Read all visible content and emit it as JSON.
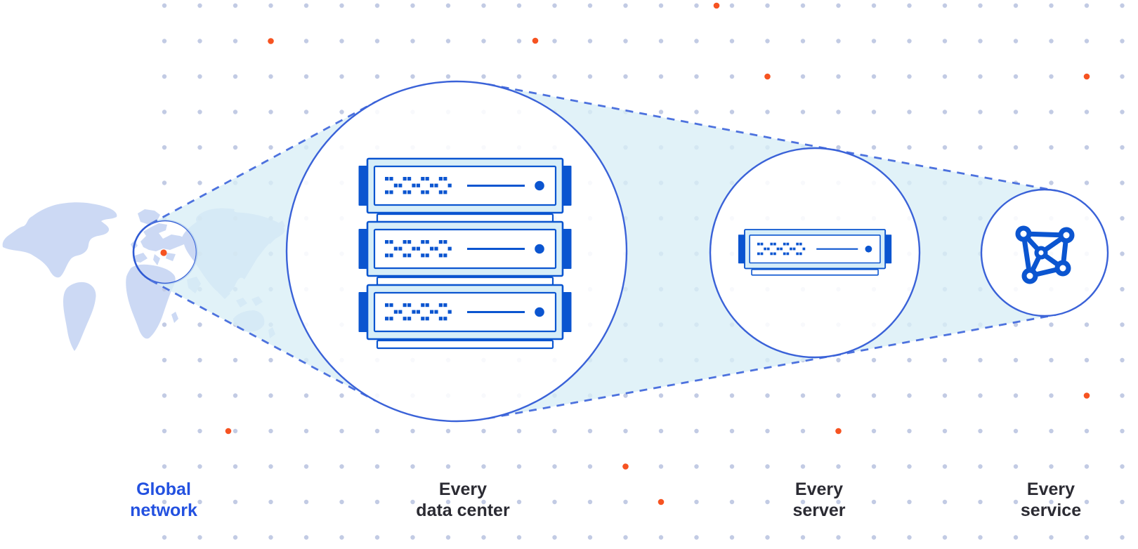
{
  "labels": {
    "global_network": "Global\nnetwork",
    "every_data_center": "Every\ndata center",
    "every_server": "Every\nserver",
    "every_service": "Every\nservice"
  },
  "icons": {
    "world_map": "world-map",
    "location_marker": "orange-location-dot",
    "data_center": "server-rack-triple",
    "server": "server-unit",
    "service": "network-graph-icon"
  },
  "colors": {
    "background": "#ffffff",
    "grid_dot": "#c2cbe4",
    "accent_orange": "#f65321",
    "map_land": "#ccd9f4",
    "circle_stroke": "#3a62d8",
    "dashed_line": "#4d72de",
    "cone_fill": "#d9eef6",
    "illustration_blue": "#0b55d0",
    "illustration_light_fill": "#d7eef8",
    "label_dark": "#2b2b33",
    "label_blue": "#2351e0"
  }
}
